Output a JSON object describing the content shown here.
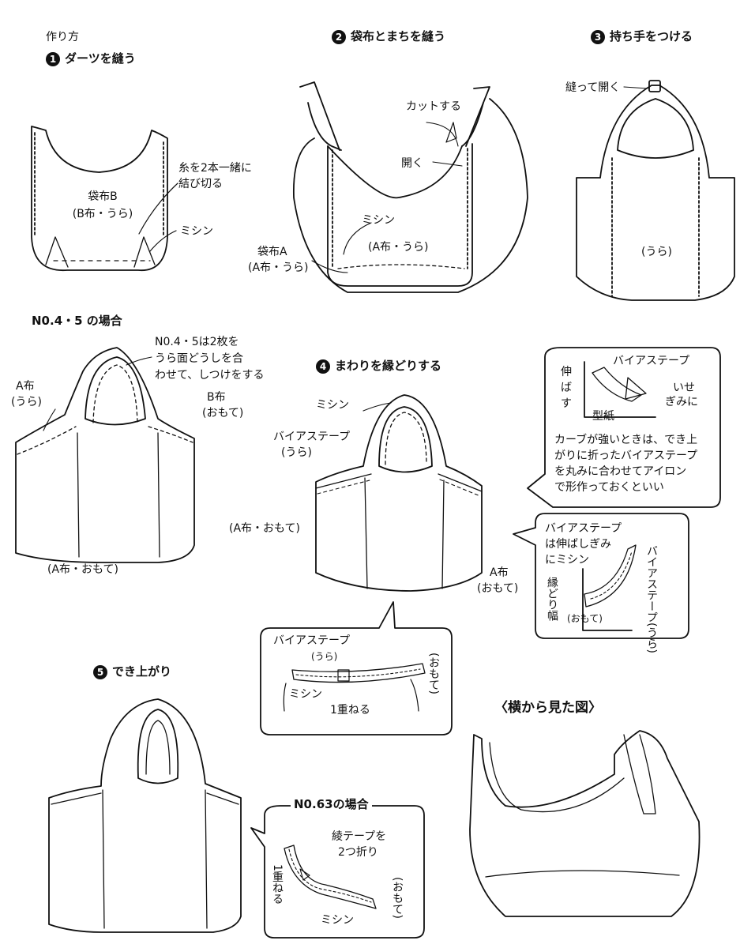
{
  "heading": "作り方",
  "steps": {
    "s1": {
      "num": "1",
      "label": "ダーツを縫う"
    },
    "s2": {
      "num": "2",
      "label": "袋布とまちを縫う"
    },
    "s3": {
      "num": "3",
      "label": "持ち手をつける"
    },
    "s4": {
      "num": "4",
      "label": "まわりを縁どりする"
    },
    "s5": {
      "num": "5",
      "label": "でき上がり"
    }
  },
  "case45": "N0.4・5 の場合",
  "side_view": "〈横から見た図〉",
  "labels": {
    "s1_thread": [
      "糸を2本一緒に",
      "結び切る"
    ],
    "s1_fabricB": [
      "袋布B",
      "(B布・うら)"
    ],
    "s1_machine": "ミシン",
    "s2_cut": "カットする",
    "s2_open": "開く",
    "s2_machine": "ミシン",
    "s2_inner": "(A布・うら)",
    "s2_fabricA": [
      "袋布A",
      "(A布・うら)"
    ],
    "s3_sew_open": "縫って開く",
    "s3_inner": "(うら)",
    "c45_note": [
      "N0.4・5は2枚を",
      "うら面どうしを合",
      "わせて、しつけをする"
    ],
    "c45_a": [
      "A布",
      "(うら)"
    ],
    "c45_b": [
      "B布",
      "(おもて)"
    ],
    "c45_front": "(A布・おもて)",
    "s4_machine": "ミシン",
    "s4_bias": [
      "バイアステープ",
      "(うら)"
    ],
    "s4_front": "(A布・おもて)",
    "s4_a": [
      "A布",
      "(おもて)"
    ],
    "b1_bias": "バイアステープ",
    "b1_stretch": [
      "伸",
      "ば",
      "す"
    ],
    "b1_ease": [
      "いせ",
      "ぎみに"
    ],
    "b1_pattern": "型紙",
    "b1_note": [
      "カーブが強いときは、でき上",
      "がりに折ったバイアステープ",
      "を丸みに合わせてアイロン",
      "で形作っておくといい"
    ],
    "b2_note": [
      "バイアステープ",
      "は伸ばしぎみ",
      "にミシン"
    ],
    "b2_bias_v": "バイアステープ(うら)",
    "b2_width": "縁どり幅",
    "b2_front": "(おもて)",
    "b3_bias": [
      "バイアステープ",
      "(うら)"
    ],
    "b3_front": "(おもて)",
    "b3_machine": "ミシン",
    "b3_overlap": "1重ねる",
    "b4_title": "N0.63の場合",
    "b4_fold": [
      "綾テープを",
      "2つ折り"
    ],
    "b4_overlap": "1重ねる",
    "b4_front": "(おもて)",
    "b4_machine": "ミシン"
  }
}
